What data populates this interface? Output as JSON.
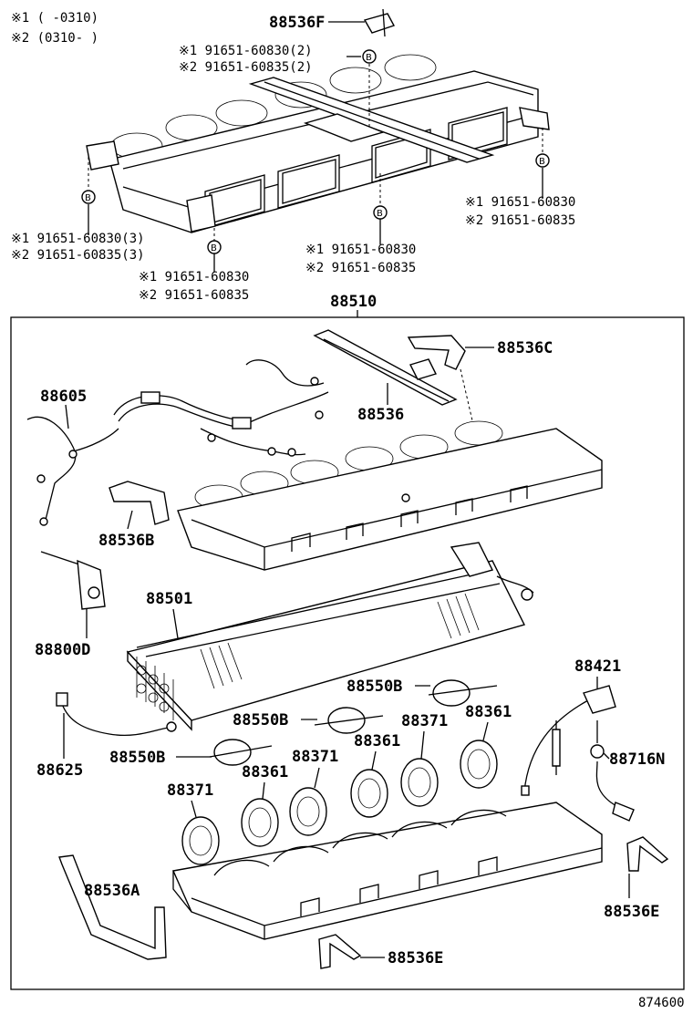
{
  "legend": {
    "line1": "※1 (      -0310)",
    "line2": "※2 (0310-      )"
  },
  "labels": {
    "p88536F": "88536F",
    "top_center_a": "※1 91651-60830(2)",
    "top_center_b": "※2 91651-60835(2)",
    "right_a": "※1 91651-60830",
    "right_b": "※2 91651-60835",
    "left_a": "※1 91651-60830(3)",
    "left_b": "※2 91651-60835(3)",
    "mid_a": "※1 91651-60830",
    "mid_b": "※2 91651-60835",
    "bottom_a": "※1 91651-60830",
    "bottom_b": "※2 91651-60835",
    "p88510": "88510",
    "p88536C": "88536C",
    "p88605": "88605",
    "p88536": "88536",
    "p88536B": "88536B",
    "p88501": "88501",
    "p88800D": "88800D",
    "p88421": "88421",
    "p88550B_1": "88550B",
    "p88550B_2": "88550B",
    "p88550B_3": "88550B",
    "p88371_1": "88371",
    "p88361_1": "88361",
    "p88371_2": "88371",
    "p88361_2": "88361",
    "p88371_3": "88371",
    "p88361_3": "88361",
    "p88716N": "88716N",
    "p88625": "88625",
    "p88536A": "88536A",
    "p88536E_1": "88536E",
    "p88536E_2": "88536E",
    "bolt_marker": "B",
    "figure_id": "874600"
  }
}
